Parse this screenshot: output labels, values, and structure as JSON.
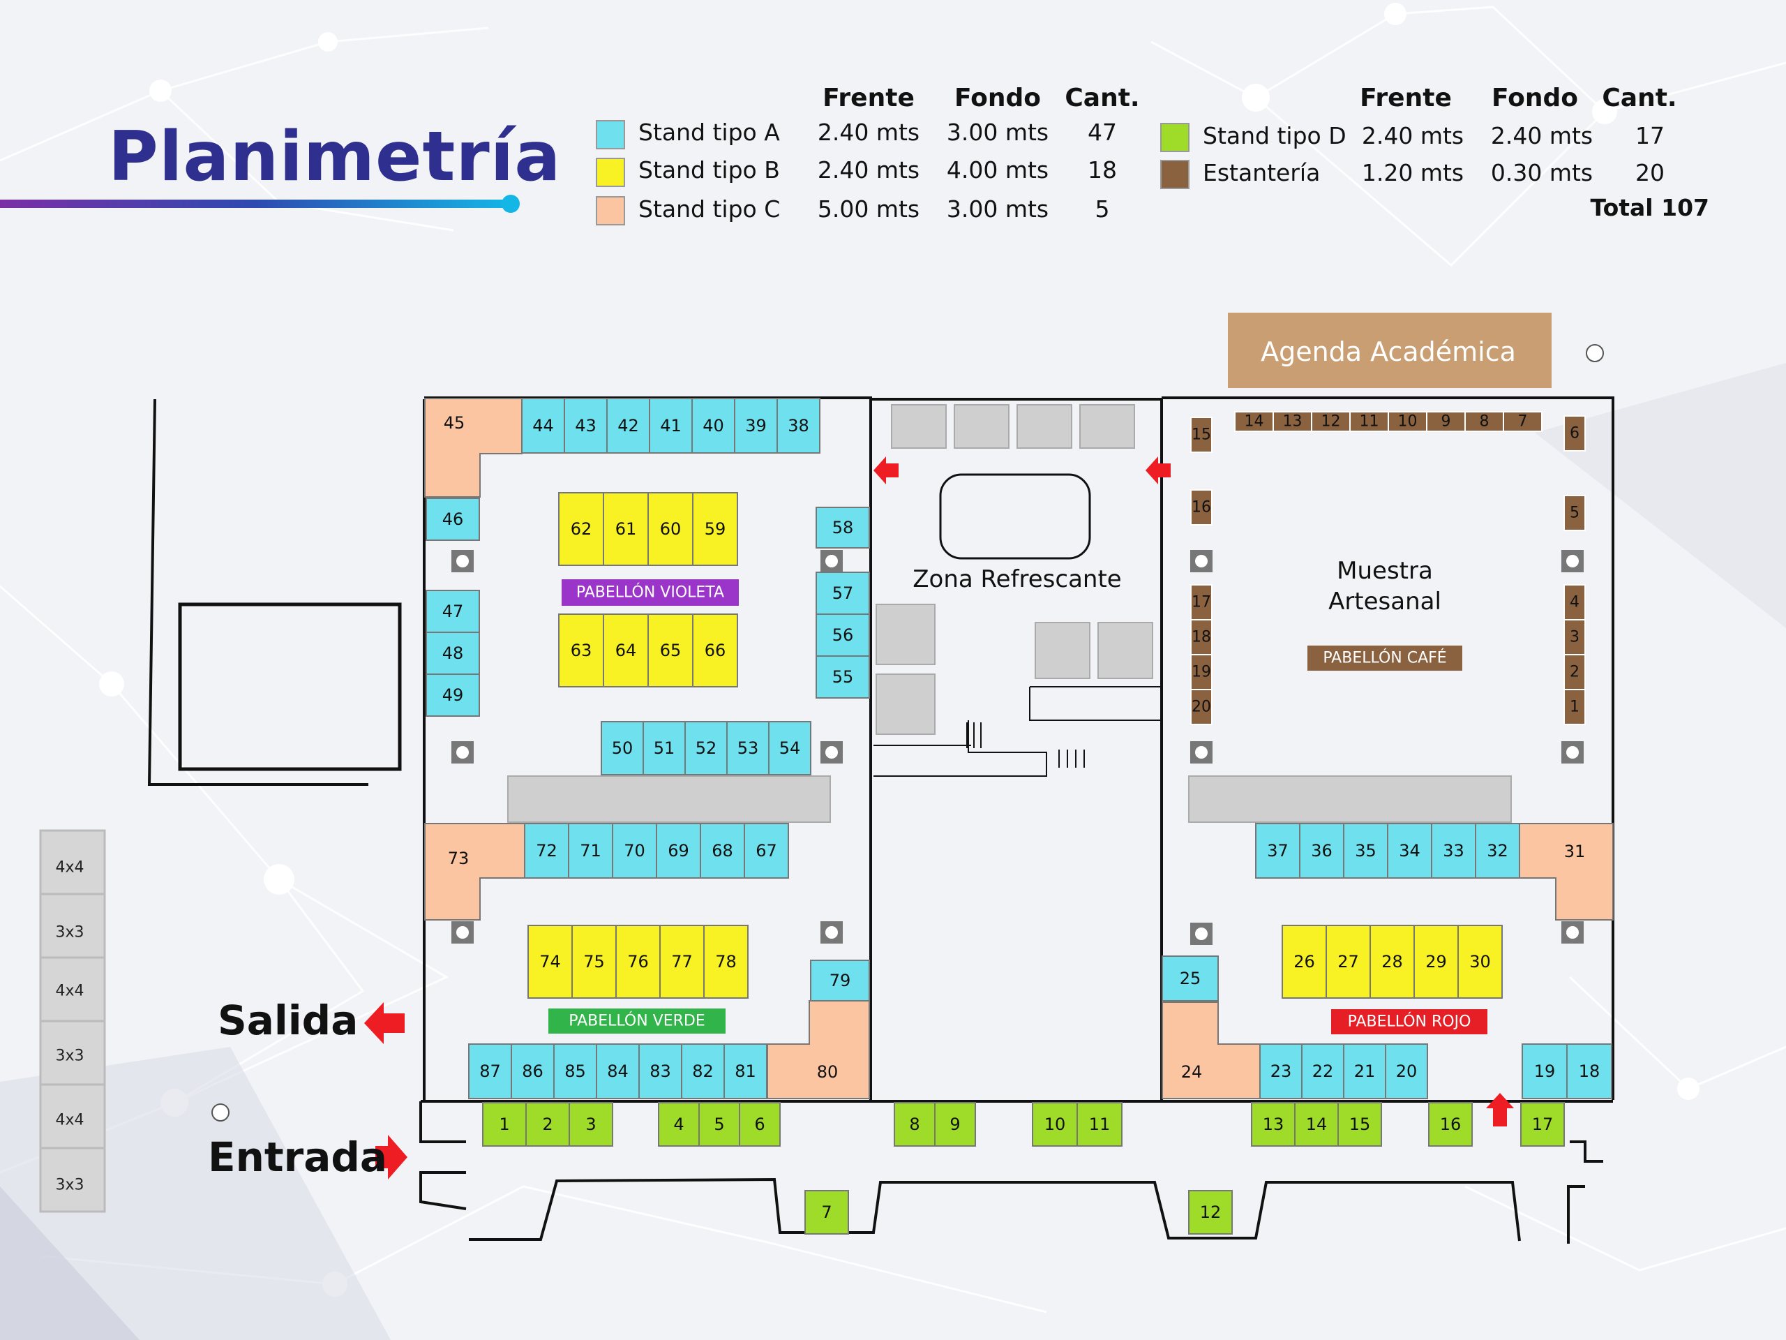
{
  "title": "Planimetría",
  "legend": {
    "headers": {
      "frente": "Frente",
      "fondo": "Fondo",
      "cant": "Cant."
    },
    "left": [
      {
        "name": "Stand tipo A",
        "frente": "2.40 mts",
        "fondo": "3.00 mts",
        "cant": "47",
        "color": "#6fe1ee"
      },
      {
        "name": "Stand tipo B",
        "frente": "2.40 mts",
        "fondo": "4.00 mts",
        "cant": "18",
        "color": "#f8f123"
      },
      {
        "name": "Stand tipo C",
        "frente": "5.00 mts",
        "fondo": "3.00 mts",
        "cant": "5",
        "color": "#fcc5a1"
      }
    ],
    "right": [
      {
        "name": "Stand tipo D",
        "frente": "2.40 mts",
        "fondo": "2.40 mts",
        "cant": "17",
        "color": "#9fdc2a"
      },
      {
        "name": "Estantería",
        "frente": "1.20 mts",
        "fondo": "0.30 mts",
        "cant": "20",
        "color": "#8b6240"
      }
    ],
    "total": "Total 107"
  },
  "zones": {
    "agenda": "Agenda Académica",
    "refrescante": "Zona Refrescante",
    "muestra_line1": "Muestra",
    "muestra_line2": "Artesanal"
  },
  "pavilions": {
    "violeta": "PABELLÓN VIOLETA",
    "verde": "PABELLÓN VERDE",
    "cafe": "PABELLÓN CAFÉ",
    "rojo": "PABELLÓN ROJO"
  },
  "signs": {
    "salida": "Salida",
    "entrada": "Entrada"
  },
  "side_boxes": [
    "4x4",
    "3x3",
    "4x4",
    "3x3",
    "4x4",
    "3x3"
  ],
  "colors": {
    "A": "#6fe1ee",
    "B": "#f8f123",
    "C": "#fcc5a1",
    "D": "#9fdc2a",
    "E": "#8b6240",
    "violeta": "#9b34c8",
    "verde": "#31b44a",
    "cafe": "#8b6240",
    "rojo": "#e51f25",
    "agenda": "#c89e72",
    "arrow": "#ee1d24"
  },
  "stands": {
    "A": [
      "44",
      "43",
      "42",
      "41",
      "40",
      "39",
      "38",
      "46",
      "47",
      "48",
      "49",
      "58",
      "57",
      "56",
      "55",
      "50",
      "51",
      "52",
      "53",
      "54",
      "72",
      "71",
      "70",
      "69",
      "68",
      "67",
      "79",
      "87",
      "86",
      "85",
      "84",
      "83",
      "82",
      "81",
      "37",
      "36",
      "35",
      "34",
      "33",
      "32",
      "25",
      "23",
      "22",
      "21",
      "20",
      "19",
      "18"
    ],
    "B": [
      "62",
      "61",
      "60",
      "59",
      "63",
      "64",
      "65",
      "66",
      "74",
      "75",
      "76",
      "77",
      "78",
      "26",
      "27",
      "28",
      "29",
      "30"
    ],
    "C": [
      "45",
      "73",
      "80",
      "31",
      "24"
    ],
    "D": [
      "1",
      "2",
      "3",
      "4",
      "5",
      "6",
      "8",
      "9",
      "10",
      "11",
      "13",
      "14",
      "15",
      "16",
      "17",
      "7",
      "12"
    ],
    "E": [
      "14",
      "13",
      "12",
      "11",
      "10",
      "9",
      "8",
      "7",
      "15",
      "16",
      "17",
      "18",
      "19",
      "20",
      "6",
      "5",
      "4",
      "3",
      "2",
      "1"
    ]
  }
}
